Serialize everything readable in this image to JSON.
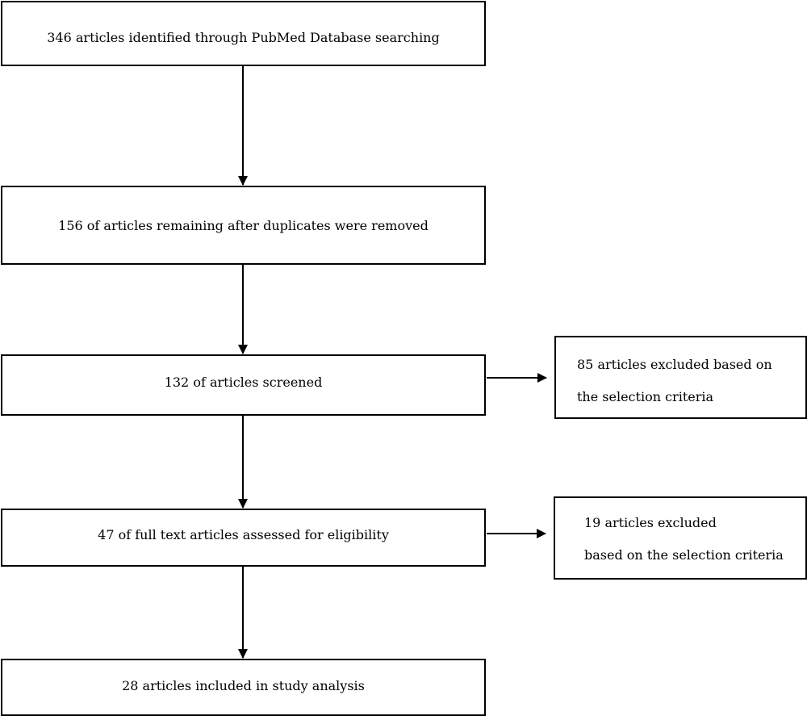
{
  "flow": {
    "identified": "346 articles identified through PubMed Database searching",
    "after_duplicates": "156 of articles remaining after duplicates were removed",
    "screened": "132 of articles screened",
    "full_text": "47 of full text articles assessed for eligibility",
    "included": "28 articles included in study analysis"
  },
  "exclusions": {
    "screening_line1": "85 articles excluded based on",
    "screening_line2": "the selection criteria",
    "eligibility_line1": "19 articles excluded",
    "eligibility_line2": "based on the selection criteria"
  }
}
